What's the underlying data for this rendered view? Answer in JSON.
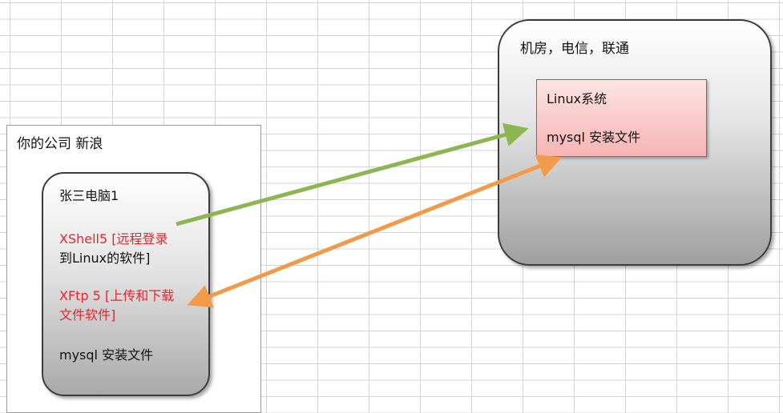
{
  "company": {
    "label": "你的公司 新浪"
  },
  "pc": {
    "title": "张三电脑1",
    "xshell": [
      "XShell5 [远程登录",
      "到Linux的软件]"
    ],
    "xftp": [
      "XFtp 5 [上传和下载",
      "文件软件]"
    ],
    "file": "mysql 安装文件"
  },
  "server": {
    "label": "机房，电信，联通",
    "system": "Linux系统",
    "file": "mysql 安装文件"
  },
  "colors": {
    "green_arrow": "#8db650",
    "orange_arrow": "#f39a4a",
    "red_text": "#e8242c",
    "linux_fill": "#f7b4b4"
  }
}
